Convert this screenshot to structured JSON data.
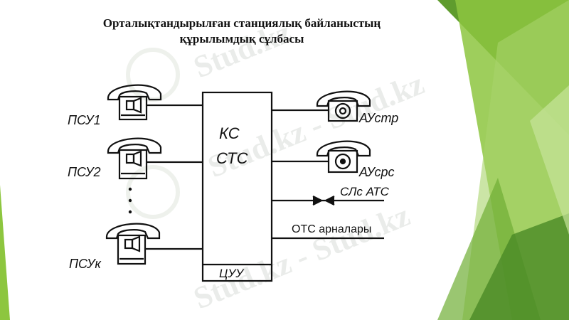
{
  "slide": {
    "title_line1": "Орталықтандырылған станциялық байланыстың",
    "title_line2": "құрылымдық  сұлбасы"
  },
  "diagram": {
    "center_block": {
      "line1": "КС",
      "line2": "СТС",
      "footer": "ЦУУ"
    },
    "left_terminals": [
      "ПСУ1",
      "ПСУ2",
      "ПСУк"
    ],
    "right_terminals": [
      "АУстр",
      "АУсрс"
    ],
    "links": {
      "external_ats": "СЛс АТС",
      "ots_channels": "ОТС арналары"
    }
  },
  "watermark": "Stud.kz - Stud.kz",
  "colors": {
    "accent_green": "#8dc63f",
    "dark_green": "#4a8a26",
    "light_green": "#c6e49a",
    "ink": "#111111"
  }
}
